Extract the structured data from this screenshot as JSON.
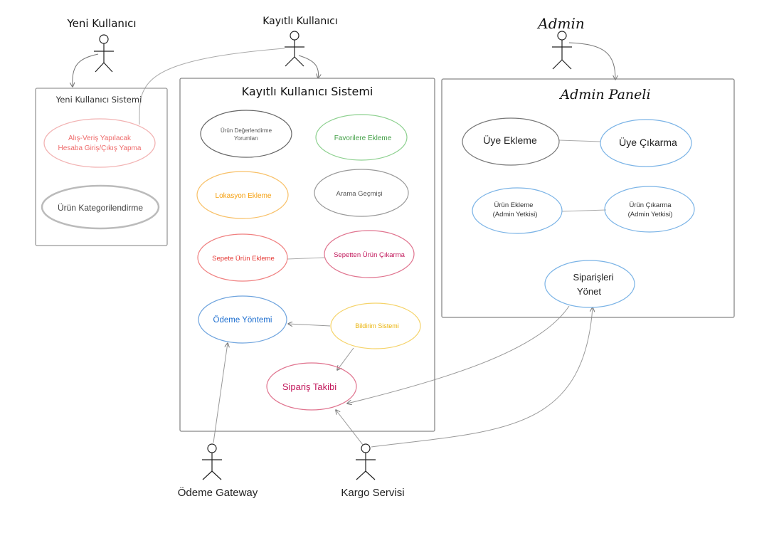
{
  "actors": {
    "yeni_kullanici": "Yeni Kullanıcı",
    "kayitli_kullanici": "Kayıtlı Kullanıcı",
    "admin": "Admin",
    "odeme_gateway": "Ödeme Gateway",
    "kargo_servisi": "Kargo Servisi"
  },
  "systems": {
    "yeni": {
      "title": "Yeni Kullanıcı Sistemi",
      "usecases": {
        "login_line1": "Alış-Veriş Yapılacak",
        "login_line2": "Hesaba Giriş/Çıkış Yapma",
        "kategori": "Ürün Kategorilendirme"
      }
    },
    "kayitli": {
      "title": "Kayıtlı Kullanıcı Sistemi",
      "usecases": {
        "degerlendirme_line1": "Ürün Değerlendirme",
        "degerlendirme_line2": "Yorumları",
        "favori": "Favorilere Ekleme",
        "lokasyon": "Lokasyon Ekleme",
        "arama": "Arama Geçmişi",
        "sepete": "Sepete Ürün Ekleme",
        "sepetten": "Sepetten Ürün Çıkarma",
        "odeme": "Ödeme Yöntemi",
        "bildirim": "Bildirim Sistemi",
        "takip": "Sipariş Takibi"
      }
    },
    "admin": {
      "title": "Admin Paneli",
      "usecases": {
        "uye_ekleme": "Üye Ekleme",
        "uye_cikarma": "Üye Çıkarma",
        "urun_ekleme_line1": "Ürün Ekleme",
        "urun_ekleme_line2": "(Admin Yetkisi)",
        "urun_cikarma_line1": "Ürün Çıkarma",
        "urun_cikarma_line2": "(Admin Yetkisi)",
        "siparis_line1": "Siparişleri",
        "siparis_line2": "Yönet"
      }
    }
  },
  "colors": {
    "red": "#ee6a6a",
    "green": "#43a047",
    "orange": "#f59e0b",
    "gray": "#555555",
    "pink": "#c2185b",
    "blue": "#1e6fd0",
    "yellow": "#eab308",
    "light_blue": "#7ab3e6",
    "box": "#888888",
    "line": "#aaaaaa"
  }
}
